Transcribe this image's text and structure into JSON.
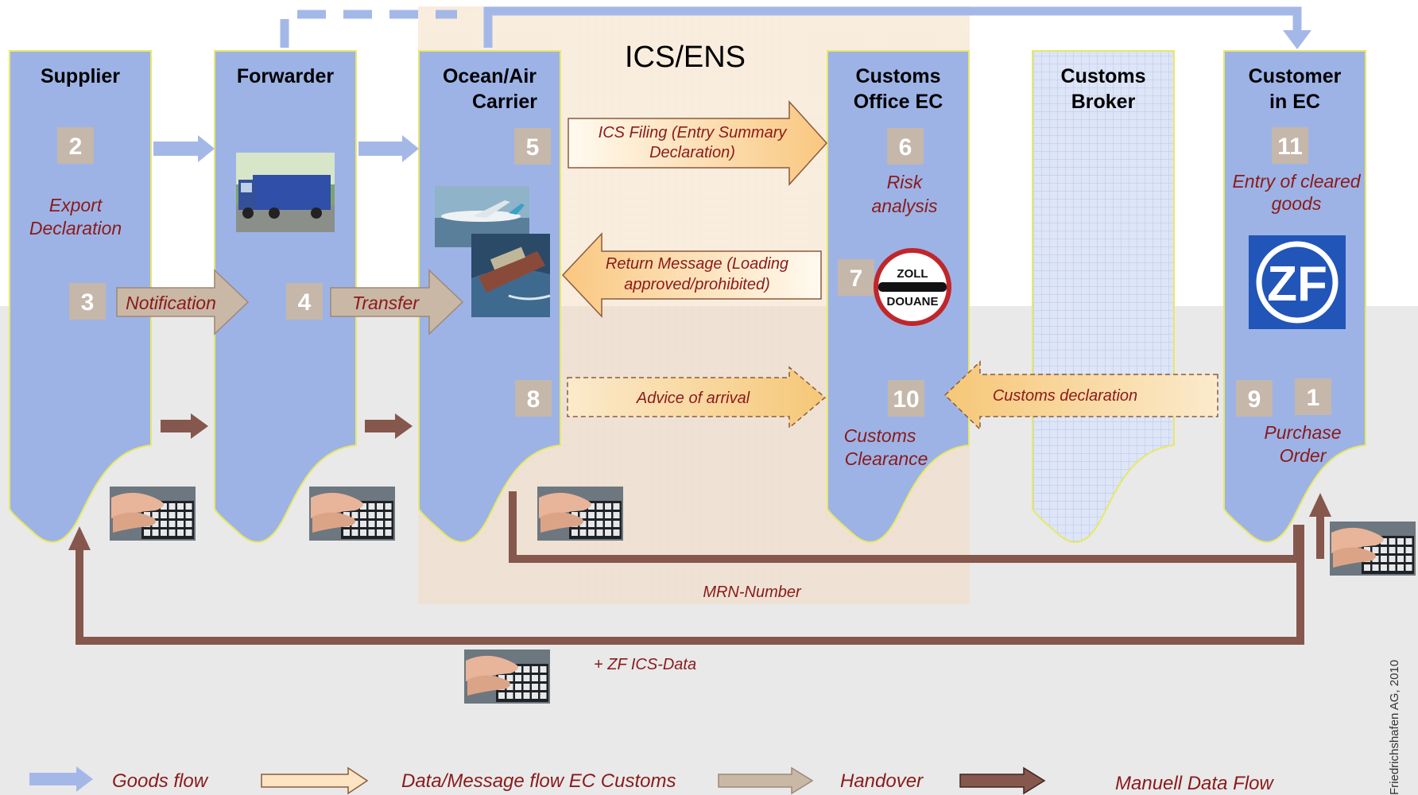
{
  "title": "ICS/ENS",
  "lanes": {
    "supplier": [
      "Supplier"
    ],
    "forwarder": [
      "Forwarder"
    ],
    "carrier": [
      "Ocean/Air",
      "Carrier"
    ],
    "customs_office": [
      "Customs",
      "Office EC"
    ],
    "broker": [
      "Customs",
      "Broker"
    ],
    "customer": [
      "Customer",
      "in EC"
    ]
  },
  "steps": [
    {
      "num": "2",
      "label": [
        "Export",
        "Declaration"
      ]
    },
    {
      "num": "3",
      "label": [
        "Notification"
      ]
    },
    {
      "num": "4",
      "label": [
        "Transfer"
      ]
    },
    {
      "num": "5",
      "label": []
    },
    {
      "num": "6",
      "label": [
        "Risk",
        "analysis"
      ]
    },
    {
      "num": "7",
      "label": []
    },
    {
      "num": "8",
      "label": []
    },
    {
      "num": "9",
      "label": []
    },
    {
      "num": "10",
      "label": [
        "Customs",
        "Clearance"
      ]
    },
    {
      "num": "11",
      "label": [
        "Entry of cleared",
        "goods"
      ]
    },
    {
      "num": "1",
      "label": [
        "Purchase",
        "Order"
      ]
    }
  ],
  "messages": {
    "ics_filing": [
      "ICS Filing (Entry Summary",
      "Declaration)"
    ],
    "return_message": [
      "Return Message (Loading",
      "approved/prohibited)"
    ],
    "advice_of_arrival": "Advice of arrival",
    "customs_declaration": "Customs declaration",
    "mrn": "MRN-Number",
    "zf_ics_data": "+ ZF ICS-Data"
  },
  "stamp": {
    "line1": "ZOLL",
    "line2": "DOUANE"
  },
  "logo": "ZF",
  "legend": {
    "goods_flow": "Goods flow",
    "data_flow": "Data/Message flow EC Customs",
    "handover": "Handover",
    "manual_flow": "Manuell Data Flow"
  },
  "copyright": "Friedrichshafen AG, 2010",
  "colors": {
    "lane_blue": "#9db3e6",
    "goods_arrow": "#a4b8e8",
    "manual_brown": "#86574c",
    "handover_tan": "#c9b8a6",
    "message_fill": "#fde4c2",
    "text_red": "#8b1a1a",
    "step_box": "#c5b7aa"
  },
  "icons": [
    "truck-photo",
    "airplane-photo",
    "ship-photo",
    "keyboard-photo",
    "zoll-stamp",
    "zf-logo"
  ]
}
